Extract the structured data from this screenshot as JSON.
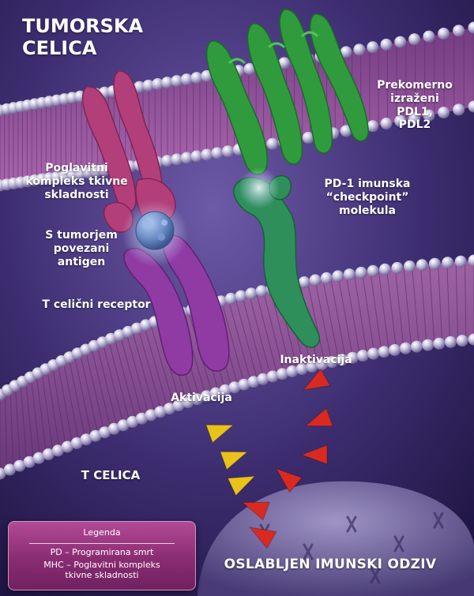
{
  "colors": {
    "background": "#2a1e4f",
    "tumor_membrane": "#a45fa3",
    "tcell_membrane": "#8e4f94",
    "head_bead": "#c8c3de",
    "mhc": "#b33f7a",
    "tcr": "#8f3ba3",
    "pdl": "#2f9b3d",
    "pd1": "#2e8f5b",
    "antigen": "#6b8cc6",
    "arrow_red": "#d92a22",
    "arrow_yellow": "#e9c21a",
    "legend_bg": "#9c3a83"
  },
  "labels": {
    "title": "TUMORSKA\nCELICA",
    "overexpressed": "Prekomerno\nizraženi\nPDL1,\nPDL2",
    "mhc": "Poglavitni\nkompleks tkivne\nskladnosti",
    "pd1": "PD-1 imunska\n“checkpoint”\nmolekula",
    "antigen": "S tumorjem\npovezani\nantigen",
    "tcr": "T celični receptor",
    "inactivation": "Inaktivacija",
    "activation": "Aktivacija",
    "tcell": "T CELICA",
    "weakened": "OSLABLJEN IMUNSKI ODZIV"
  },
  "legend": {
    "title": "Legenda",
    "items": [
      "PD – Programirana smrt",
      "MHC – Poglavitni kompleks\ntkivne skladnosti"
    ]
  }
}
